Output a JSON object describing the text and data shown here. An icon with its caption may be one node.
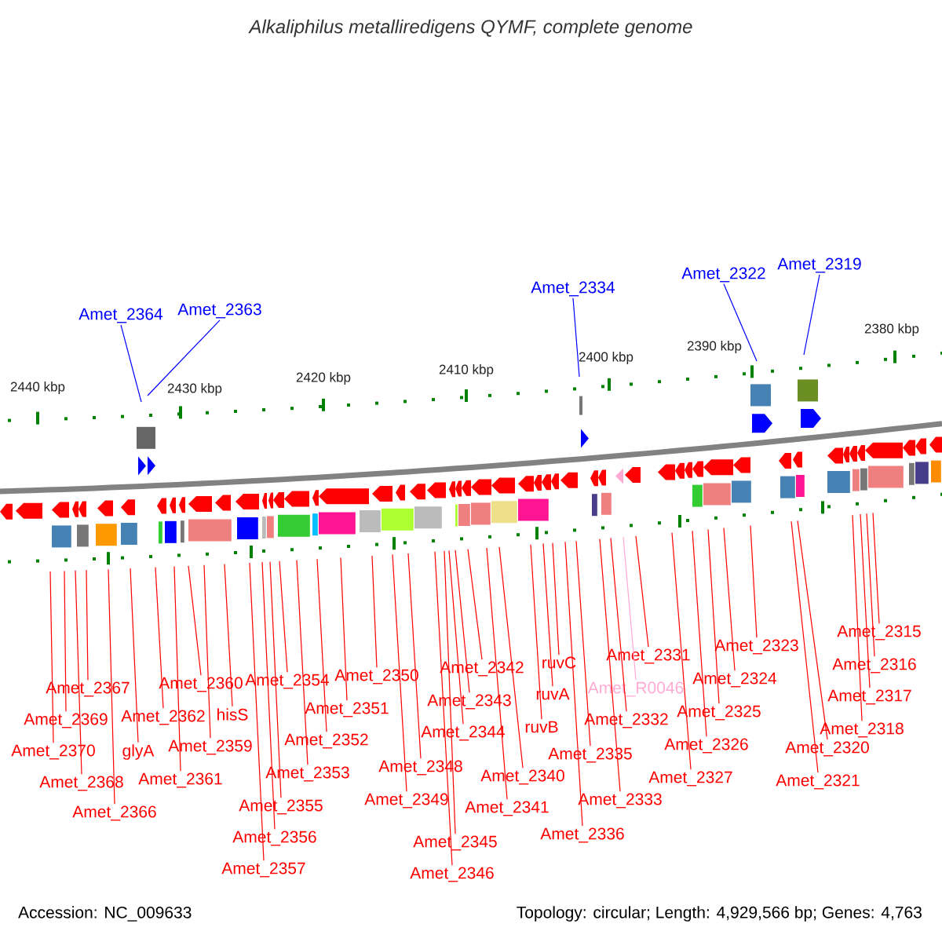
{
  "diagram": {
    "title": "Alkaliphilus metalliredigens QYMF, complete genome",
    "nodes": [
      {
        "text": [
          "Amet_2364"
        ]
      },
      {
        "text": [
          "Amet_2363"
        ]
      },
      {
        "text": [
          "Amet_2334"
        ]
      },
      {
        "text": [
          "Amet_2322"
        ]
      },
      {
        "text": [
          "Amet_2319"
        ]
      },
      {
        "text": [
          "Amet_2367"
        ]
      },
      {
        "text": [
          "Amet_2369"
        ]
      },
      {
        "text": [
          "Amet_2370"
        ]
      },
      {
        "text": [
          "Amet_2368"
        ]
      },
      {
        "text": [
          "Amet_2366"
        ]
      },
      {
        "text": [
          "glyA"
        ]
      },
      {
        "text": [
          "Amet_2362"
        ]
      },
      {
        "text": [
          "Amet_2361"
        ]
      },
      {
        "text": [
          "Amet_2360"
        ]
      },
      {
        "text": [
          "Amet_2359"
        ]
      },
      {
        "text": [
          "hisS"
        ]
      },
      {
        "text": [
          "Amet_2354"
        ]
      },
      {
        "text": [
          "Amet_2351"
        ]
      },
      {
        "text": [
          "Amet_2352"
        ]
      },
      {
        "text": [
          "Amet_2353"
        ]
      },
      {
        "text": [
          "Amet_2355"
        ]
      },
      {
        "text": [
          "Amet_2356"
        ]
      },
      {
        "text": [
          "Amet_2357"
        ]
      },
      {
        "text": [
          "Amet_2350"
        ]
      },
      {
        "text": [
          "Amet_2348"
        ]
      },
      {
        "text": [
          "Amet_2349"
        ]
      },
      {
        "text": [
          "Amet_2342"
        ]
      },
      {
        "text": [
          "Amet_2343"
        ]
      },
      {
        "text": [
          "Amet_2344"
        ]
      },
      {
        "text": [
          "Amet_2345"
        ]
      },
      {
        "text": [
          "Amet_2346"
        ]
      },
      {
        "text": [
          "Amet_2340"
        ]
      },
      {
        "text": [
          "Amet_2341"
        ]
      },
      {
        "text": [
          "ruvC"
        ]
      },
      {
        "text": [
          "ruvA"
        ]
      },
      {
        "text": [
          "ruvB"
        ]
      },
      {
        "text": [
          "Amet_2331"
        ]
      },
      {
        "text": [
          "Amet_R0046"
        ]
      },
      {
        "text": [
          "Amet_2332"
        ]
      },
      {
        "text": [
          "Amet_2335"
        ]
      },
      {
        "text": [
          "Amet_2333"
        ]
      },
      {
        "text": [
          "Amet_2336"
        ]
      },
      {
        "text": [
          "Amet_2323"
        ]
      },
      {
        "text": [
          "Amet_2324"
        ]
      },
      {
        "text": [
          "Amet_2325"
        ]
      },
      {
        "text": [
          "Amet_2326"
        ]
      },
      {
        "text": [
          "Amet_2327"
        ]
      },
      {
        "text": [
          "Amet_2315"
        ]
      },
      {
        "text": [
          "Amet_2316"
        ]
      },
      {
        "text": [
          "Amet_2317"
        ]
      },
      {
        "text": [
          "Amet_2318"
        ]
      },
      {
        "text": [
          "Amet_2320"
        ]
      },
      {
        "text": [
          "Amet_2321"
        ]
      }
    ],
    "edges": [
      {
        "from": 0,
        "to": null,
        "arrow": "none",
        "color": "#0000ff"
      },
      {
        "from": 1,
        "to": null,
        "arrow": "none",
        "color": "#0000ff"
      },
      {
        "from": 2,
        "to": null,
        "arrow": "none",
        "color": "#0000ff"
      },
      {
        "from": 3,
        "to": null,
        "arrow": "none",
        "color": "#0000ff"
      },
      {
        "from": 4,
        "to": null,
        "arrow": "none",
        "color": "#0000ff"
      },
      {
        "from": 5,
        "to": null,
        "arrow": "none"
      },
      {
        "from": 6,
        "to": null,
        "arrow": "none"
      },
      {
        "from": 7,
        "to": null,
        "arrow": "none"
      },
      {
        "from": 8,
        "to": null,
        "arrow": "none"
      },
      {
        "from": 9,
        "to": null,
        "arrow": "none"
      },
      {
        "from": 10,
        "to": null,
        "arrow": "none"
      },
      {
        "from": 11,
        "to": null,
        "arrow": "none"
      },
      {
        "from": 12,
        "to": null,
        "arrow": "none"
      },
      {
        "from": 13,
        "to": null,
        "arrow": "none"
      },
      {
        "from": 14,
        "to": null,
        "arrow": "none"
      },
      {
        "from": 15,
        "to": null,
        "arrow": "none"
      },
      {
        "from": 16,
        "to": null,
        "arrow": "none"
      },
      {
        "from": 17,
        "to": null,
        "arrow": "none"
      },
      {
        "from": 18,
        "to": null,
        "arrow": "none"
      },
      {
        "from": 19,
        "to": null,
        "arrow": "none"
      },
      {
        "from": 20,
        "to": null,
        "arrow": "none"
      },
      {
        "from": 21,
        "to": null,
        "arrow": "none"
      },
      {
        "from": 22,
        "to": null,
        "arrow": "none"
      },
      {
        "from": 23,
        "to": null,
        "arrow": "none"
      },
      {
        "from": 24,
        "to": null,
        "arrow": "none"
      },
      {
        "from": 25,
        "to": null,
        "arrow": "none"
      },
      {
        "from": 26,
        "to": null,
        "arrow": "none"
      },
      {
        "from": 27,
        "to": null,
        "arrow": "none"
      },
      {
        "from": 28,
        "to": null,
        "arrow": "none"
      },
      {
        "from": 29,
        "to": null,
        "arrow": "none"
      },
      {
        "from": 30,
        "to": null,
        "arrow": "none"
      },
      {
        "from": 31,
        "to": null,
        "arrow": "none"
      },
      {
        "from": 32,
        "to": null,
        "arrow": "none"
      },
      {
        "from": 33,
        "to": null,
        "arrow": "none"
      },
      {
        "from": 34,
        "to": null,
        "arrow": "none"
      },
      {
        "from": 35,
        "to": null,
        "arrow": "none"
      },
      {
        "from": 36,
        "to": null,
        "arrow": "none"
      },
      {
        "from": 37,
        "to": null,
        "arrow": "none",
        "color": "#ffaad4"
      },
      {
        "from": 38,
        "to": null,
        "arrow": "none"
      },
      {
        "from": 39,
        "to": null,
        "arrow": "none"
      },
      {
        "from": 40,
        "to": null,
        "arrow": "none"
      },
      {
        "from": 41,
        "to": null,
        "arrow": "none"
      },
      {
        "from": 42,
        "to": null,
        "arrow": "none"
      },
      {
        "from": 43,
        "to": null,
        "arrow": "none"
      },
      {
        "from": 44,
        "to": null,
        "arrow": "none"
      },
      {
        "from": 45,
        "to": null,
        "arrow": "none"
      },
      {
        "from": 46,
        "to": null,
        "arrow": "none"
      },
      {
        "from": 47,
        "to": null,
        "arrow": "none"
      },
      {
        "from": 48,
        "to": null,
        "arrow": "none"
      },
      {
        "from": 49,
        "to": null,
        "arrow": "none"
      },
      {
        "from": 50,
        "to": null,
        "arrow": "none"
      },
      {
        "from": 51,
        "to": null,
        "arrow": "none"
      },
      {
        "from": 52,
        "to": null,
        "arrow": "none"
      }
    ],
    "labels": [
      "2440 kbp",
      "2430 kbp",
      "2420 kbp",
      "2410 kbp",
      "2400 kbp",
      "2390 kbp",
      "2380 kbp",
      "Accession: NC_009633",
      "Topology: circular; Length: 4,929,566 bp; Genes: 4,763"
    ]
  }
}
